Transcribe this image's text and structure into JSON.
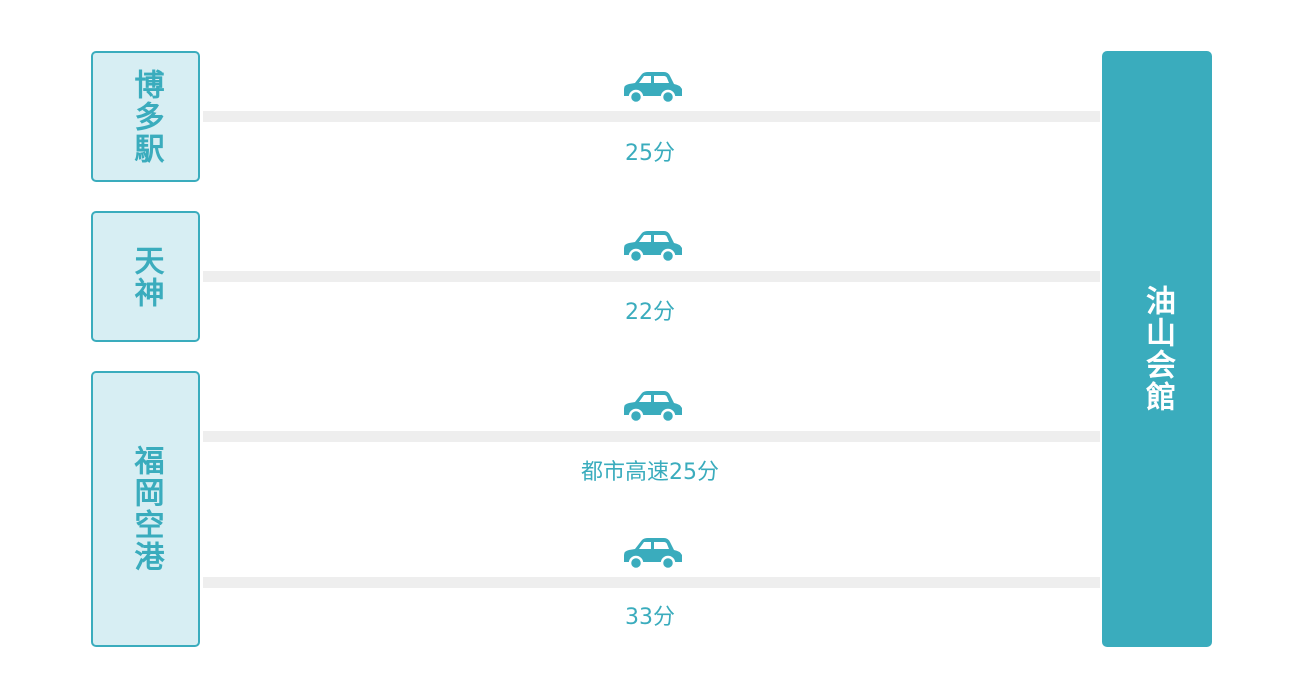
{
  "origins": {
    "hakata": "博多駅",
    "tenjin": "天神",
    "airport": "福岡空港"
  },
  "destination": "油山会館",
  "routes": {
    "hakata": {
      "mode_icon": "car-icon",
      "time": "25分"
    },
    "tenjin": {
      "mode_icon": "car-icon",
      "time": "22分"
    },
    "airport_expressway": {
      "mode_icon": "car-icon",
      "time": "都市高速25分"
    },
    "airport_general": {
      "mode_icon": "car-icon",
      "time": "33分"
    }
  },
  "colors": {
    "accent": "#3aacbd",
    "box_fill": "#d7eef3",
    "road": "#eeeeee"
  }
}
